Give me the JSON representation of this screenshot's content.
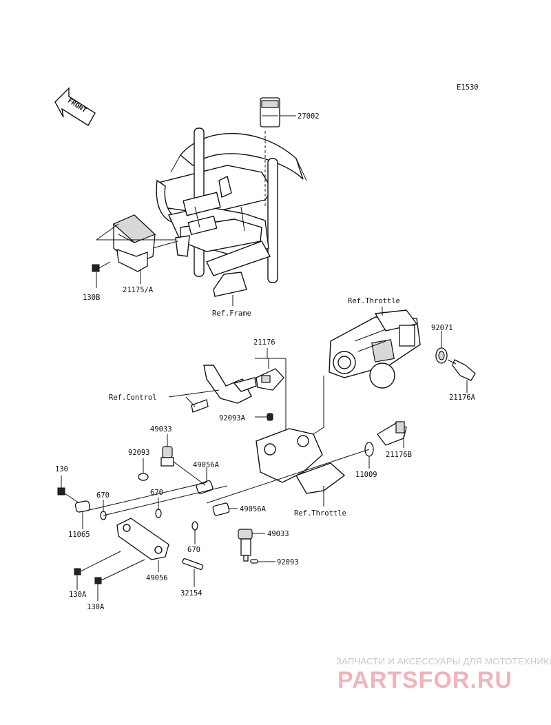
{
  "diagram_code": "E1530",
  "front_arrow": "FRONT",
  "labels": {
    "p27002": "27002",
    "p130B": "130B",
    "p21175A": "21175/A",
    "ref_frame": "Ref.Frame",
    "ref_throttle_top": "Ref.Throttle",
    "p92071": "92071",
    "p21176": "21176",
    "ref_control": "Ref.Control",
    "p92093A": "92093A",
    "p21176A": "21176A",
    "p49033_top": "49033",
    "p92093_top": "92093",
    "p49056A_top": "49056A",
    "p21176B": "21176B",
    "p11009": "11009",
    "p130": "130",
    "p670_a": "670",
    "p670_b": "670",
    "p11065": "11065",
    "p49056A_mid": "49056A",
    "ref_throttle_bottom": "Ref.Throttle",
    "p49033_bottom": "49033",
    "p670_c": "670",
    "p92093_bottom": "92093",
    "p130A_a": "130A",
    "p49056": "49056",
    "p32154": "32154",
    "p130A_b": "130A"
  },
  "watermark": {
    "tagline": "ЗАПЧАСТИ И АКСЕССУАРЫ ДЛЯ МОТОТЕХНИКИ",
    "logo": "PARTSFOR.RU"
  }
}
